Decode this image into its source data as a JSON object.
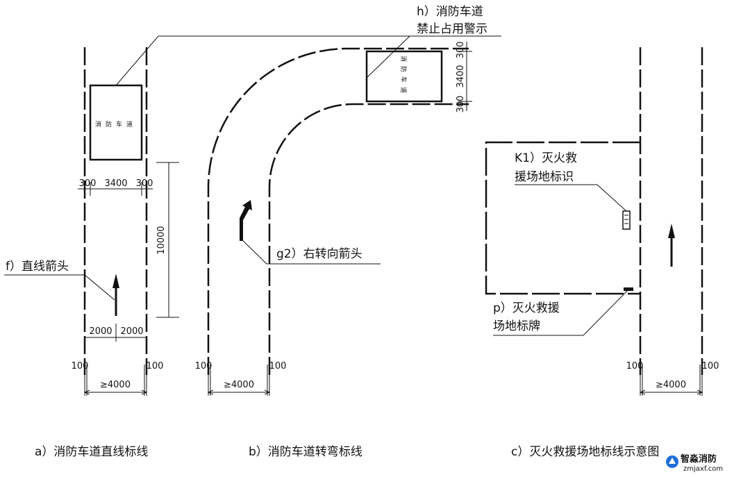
{
  "panel_a": {
    "caption": "a）消防车道直线标线",
    "box_text": "消防车道",
    "callout_f": "f）直线箭头",
    "dims": {
      "top_left": "300",
      "top_mid": "3400",
      "top_right": "300",
      "vertical": "10000",
      "half_left": "2000",
      "half_right": "2000",
      "edge_left": "100",
      "edge_right": "100",
      "width": "≥4000"
    }
  },
  "panel_b": {
    "caption": "b）消防车道转弯标线",
    "box_text": "消防车道",
    "callout_h_line1": "h）消防车道",
    "callout_h_line2": "禁止占用警示",
    "callout_g2": "g2）右转向箭头",
    "dims": {
      "side_top": "300",
      "side_mid": "3400",
      "side_bottom": "300",
      "edge_left": "100",
      "edge_right": "100",
      "width": "≥4000"
    }
  },
  "panel_c": {
    "caption": "c）灭火救援场地标线示意图",
    "callout_k1_line1": "K1）灭火救",
    "callout_k1_line2": "援场地标识",
    "callout_p_line1": "p）灭火救援",
    "callout_p_line2": "场地标牌",
    "dims": {
      "edge_left": "100",
      "edge_right": "100",
      "width": "≥4000"
    }
  },
  "watermark": {
    "brand": "智淼消防",
    "site": "zmjaxf.com"
  }
}
